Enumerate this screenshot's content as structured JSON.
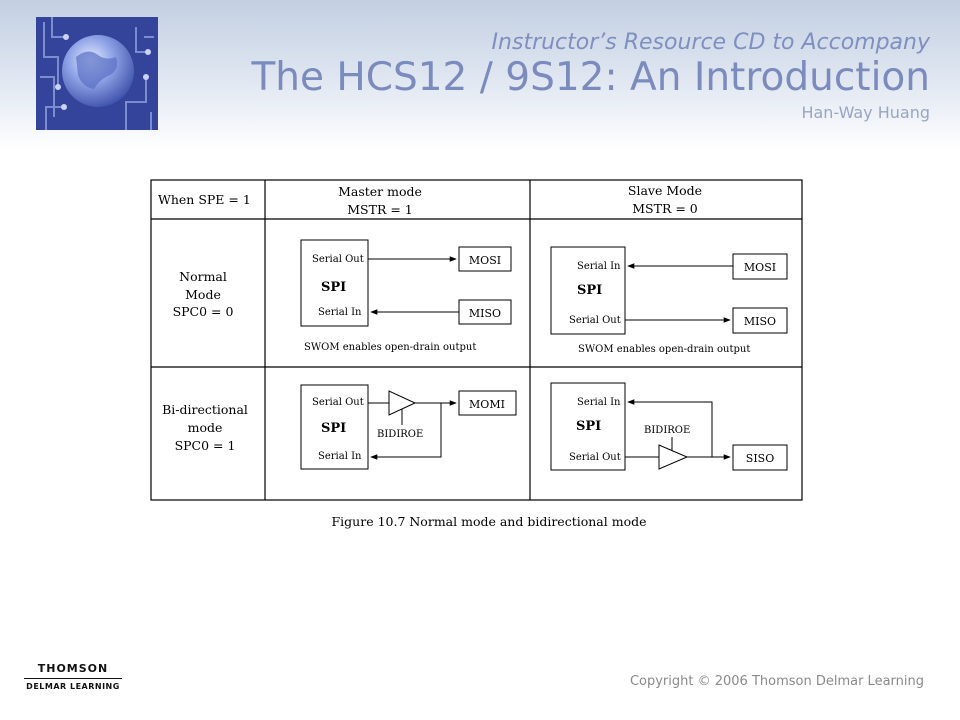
{
  "header": {
    "subtitle": "Instructor’s Resource CD to Accompany",
    "title": "The HCS12 / 9S12: An Introduction",
    "author": "Han-Way Huang"
  },
  "table": {
    "corner_label": "When SPE = 1",
    "master_col": {
      "line1": "Master mode",
      "line2": "MSTR = 1"
    },
    "slave_col": {
      "line1": "Slave Mode",
      "line2": "MSTR = 0"
    },
    "normal_row": {
      "line1": "Normal",
      "line2": "Mode",
      "line3": "SPC0 = 0"
    },
    "bidir_row": {
      "line1": "Bi-directional",
      "line2": "mode",
      "line3": "SPC0 = 1"
    }
  },
  "blocks": {
    "spi_label": "SPI",
    "serial_out": "Serial Out",
    "serial_in": "Serial In",
    "mosi": "MOSI",
    "miso": "MISO",
    "momi": "MOMI",
    "siso": "SISO",
    "bidiroe": "BIDIROE",
    "swom_note": "SWOM enables open-drain output"
  },
  "caption": "Figure 10.7 Normal mode and bidirectional mode",
  "footer": {
    "publisher_line1": "THOMSON",
    "publisher_line2": "DELMAR LEARNING",
    "copyright": "Copyright © 2006 Thomson Delmar Learning"
  }
}
